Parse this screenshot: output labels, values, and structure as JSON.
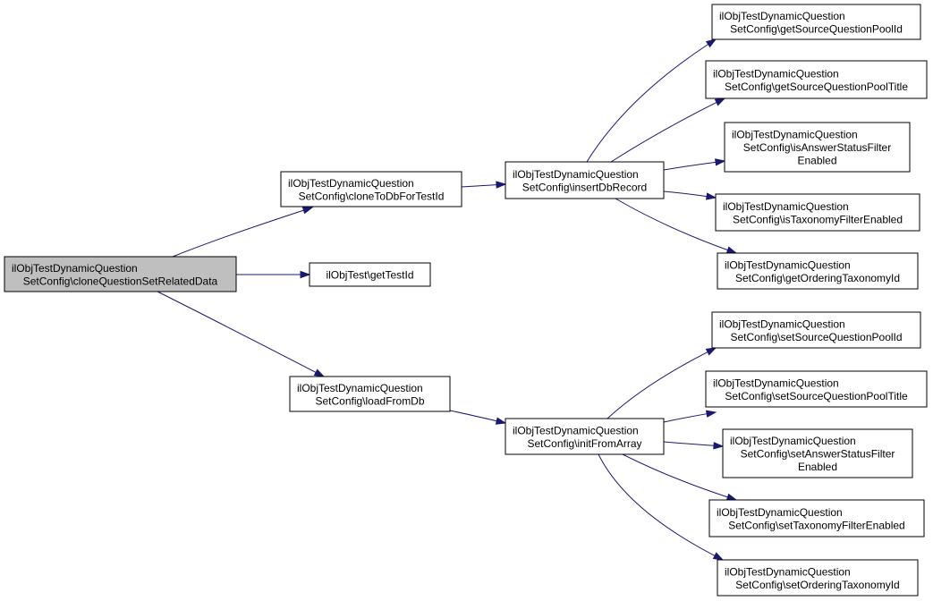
{
  "diagram": {
    "type": "call-graph",
    "colors": {
      "edge": "#191970",
      "root_fill": "#bfbfbf",
      "node_fill": "#ffffff",
      "node_border": "#000000"
    },
    "nodes": [
      {
        "id": "cloneQuestionSetRelatedData",
        "lines": [
          "ilObjTestDynamicQuestion",
          "SetConfig\\cloneQuestionSetRelatedData"
        ],
        "root": true
      },
      {
        "id": "cloneToDbForTestId",
        "lines": [
          "ilObjTestDynamicQuestion",
          "SetConfig\\cloneToDbForTestId"
        ]
      },
      {
        "id": "getTestId",
        "lines": [
          "ilObjTest\\getTestId"
        ]
      },
      {
        "id": "loadFromDb",
        "lines": [
          "ilObjTestDynamicQuestion",
          "SetConfig\\loadFromDb"
        ]
      },
      {
        "id": "insertDbRecord",
        "lines": [
          "ilObjTestDynamicQuestion",
          "SetConfig\\insertDbRecord"
        ]
      },
      {
        "id": "initFromArray",
        "lines": [
          "ilObjTestDynamicQuestion",
          "SetConfig\\initFromArray"
        ]
      },
      {
        "id": "getSourceQuestionPoolId",
        "lines": [
          "ilObjTestDynamicQuestion",
          "SetConfig\\getSourceQuestionPoolId"
        ]
      },
      {
        "id": "getSourceQuestionPoolTitle",
        "lines": [
          "ilObjTestDynamicQuestion",
          "SetConfig\\getSourceQuestionPoolTitle"
        ]
      },
      {
        "id": "isAnswerStatusFilterEnabled",
        "lines": [
          "ilObjTestDynamicQuestion",
          "SetConfig\\isAnswerStatusFilter",
          "Enabled"
        ]
      },
      {
        "id": "isTaxonomyFilterEnabled",
        "lines": [
          "ilObjTestDynamicQuestion",
          "SetConfig\\isTaxonomyFilterEnabled"
        ]
      },
      {
        "id": "getOrderingTaxonomyId",
        "lines": [
          "ilObjTestDynamicQuestion",
          "SetConfig\\getOrderingTaxonomyId"
        ]
      },
      {
        "id": "setSourceQuestionPoolId",
        "lines": [
          "ilObjTestDynamicQuestion",
          "SetConfig\\setSourceQuestionPoolId"
        ]
      },
      {
        "id": "setSourceQuestionPoolTitle",
        "lines": [
          "ilObjTestDynamicQuestion",
          "SetConfig\\setSourceQuestionPoolTitle"
        ]
      },
      {
        "id": "setAnswerStatusFilterEnabled",
        "lines": [
          "ilObjTestDynamicQuestion",
          "SetConfig\\setAnswerStatusFilter",
          "Enabled"
        ]
      },
      {
        "id": "setTaxonomyFilterEnabled",
        "lines": [
          "ilObjTestDynamicQuestion",
          "SetConfig\\setTaxonomyFilterEnabled"
        ]
      },
      {
        "id": "setOrderingTaxonomyId",
        "lines": [
          "ilObjTestDynamicQuestion",
          "SetConfig\\setOrderingTaxonomyId"
        ]
      }
    ],
    "edges": [
      {
        "from": "cloneQuestionSetRelatedData",
        "to": "cloneToDbForTestId"
      },
      {
        "from": "cloneQuestionSetRelatedData",
        "to": "getTestId"
      },
      {
        "from": "cloneQuestionSetRelatedData",
        "to": "loadFromDb"
      },
      {
        "from": "cloneToDbForTestId",
        "to": "insertDbRecord"
      },
      {
        "from": "loadFromDb",
        "to": "initFromArray"
      },
      {
        "from": "insertDbRecord",
        "to": "getSourceQuestionPoolId"
      },
      {
        "from": "insertDbRecord",
        "to": "getSourceQuestionPoolTitle"
      },
      {
        "from": "insertDbRecord",
        "to": "isAnswerStatusFilterEnabled"
      },
      {
        "from": "insertDbRecord",
        "to": "isTaxonomyFilterEnabled"
      },
      {
        "from": "insertDbRecord",
        "to": "getOrderingTaxonomyId"
      },
      {
        "from": "initFromArray",
        "to": "setSourceQuestionPoolId"
      },
      {
        "from": "initFromArray",
        "to": "setSourceQuestionPoolTitle"
      },
      {
        "from": "initFromArray",
        "to": "setAnswerStatusFilterEnabled"
      },
      {
        "from": "initFromArray",
        "to": "setTaxonomyFilterEnabled"
      },
      {
        "from": "initFromArray",
        "to": "setOrderingTaxonomyId"
      }
    ]
  }
}
